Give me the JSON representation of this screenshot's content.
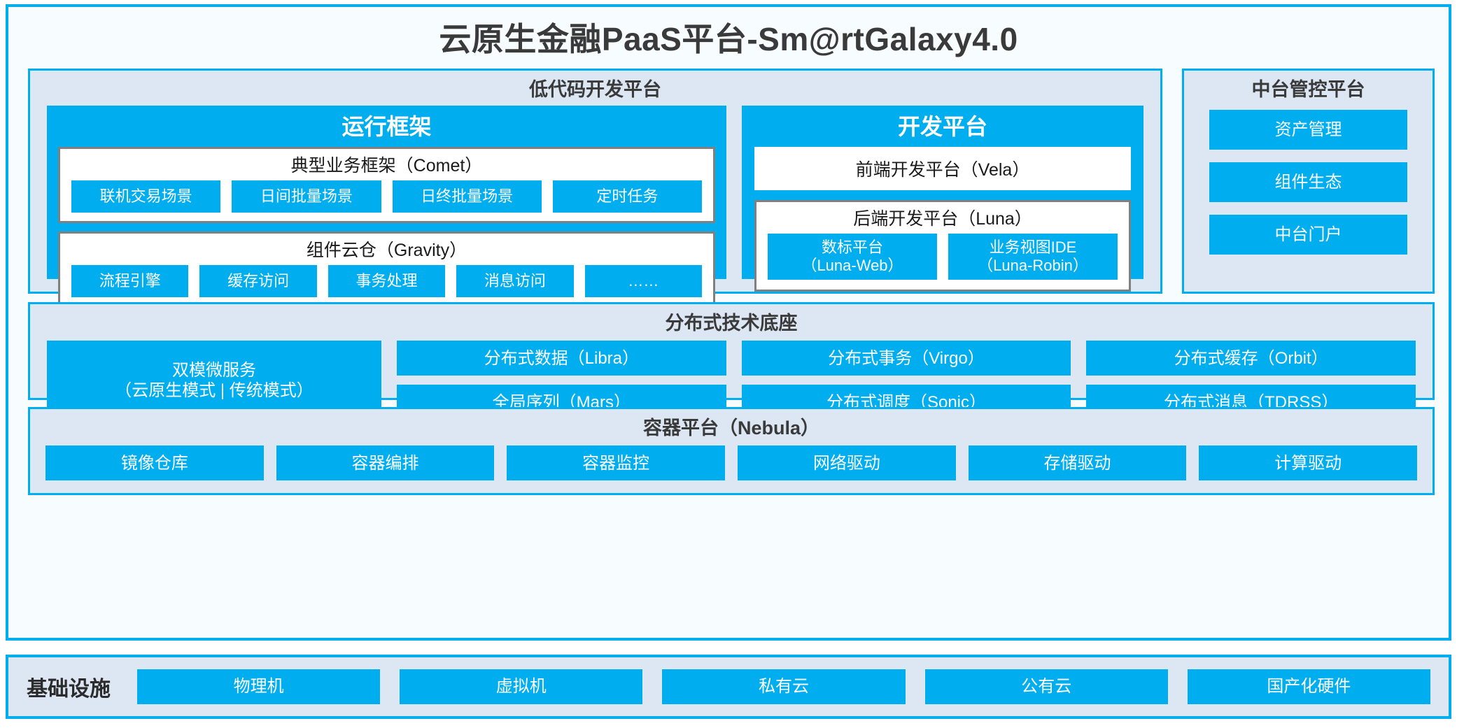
{
  "title": "云原生金融PaaS平台-Sm@rtGalaxy4.0",
  "colors": {
    "accent": "#00AEEF",
    "panel": "#DCE7F3",
    "frame_bg": "#F7FCFE",
    "box_border": "#808080",
    "text_dark": "#3A3A3A"
  },
  "lowcode": {
    "title": "低代码开发平台",
    "runtime": {
      "title": "运行框架",
      "comet": {
        "title": "典型业务框架（Comet）",
        "items": [
          "联机交易场景",
          "日间批量场景",
          "日终批量场景",
          "定时任务"
        ]
      },
      "gravity": {
        "title": "组件云仓（Gravity）",
        "items": [
          "流程引擎",
          "缓存访问",
          "事务处理",
          "消息访问",
          "……"
        ]
      }
    },
    "devplatform": {
      "title": "开发平台",
      "vela": "前端开发平台（Vela）",
      "luna": {
        "title": "后端开发平台（Luna）",
        "items": [
          {
            "name": "数标平台",
            "code": "（Luna-Web）"
          },
          {
            "name": "业务视图IDE",
            "code": "（Luna-Robin）"
          }
        ]
      }
    }
  },
  "midctrl": {
    "title": "中台管控平台",
    "items": [
      "资产管理",
      "组件生态",
      "中台门户"
    ]
  },
  "distributed": {
    "title": "分布式技术底座",
    "microservice": {
      "name": "双模微服务",
      "modes": "（云原生模式 | 传统模式）"
    },
    "columns": [
      [
        "分布式数据（Libra）",
        "全局序列（Mars）"
      ],
      [
        "分布式事务（Virgo）",
        "分布式调度（Sonic）"
      ],
      [
        "分布式缓存（Orbit）",
        "分布式消息（TDRSS）"
      ]
    ]
  },
  "container": {
    "title": "容器平台（Nebula）",
    "items": [
      "镜像仓库",
      "容器编排",
      "容器监控",
      "网络驱动",
      "存储驱动",
      "计算驱动"
    ]
  },
  "infrastructure": {
    "label": "基础设施",
    "items": [
      "物理机",
      "虚拟机",
      "私有云",
      "公有云",
      "国产化硬件"
    ]
  }
}
